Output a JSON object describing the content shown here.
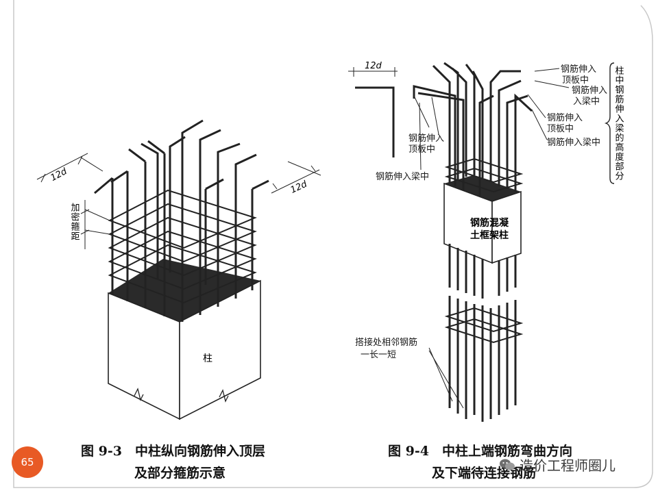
{
  "fig3": {
    "caption_line1": "图 9-3　中柱纵向钢筋伸入顶层",
    "caption_line2": "及部分箍筋示意",
    "dim_left": "12d",
    "dim_right": "12d",
    "stirrup_label": "加密箍距",
    "column_label": "柱"
  },
  "fig4": {
    "caption_line1": "图 9-4　中柱上端钢筋弯曲方向",
    "caption_line2": "及下端待连接钢筋",
    "dim_top": "12d",
    "label_slab_1": "钢筋伸入",
    "label_slab_1b": "顶板中",
    "label_beam_1": "钢筋伸入",
    "label_beam_1b": "入梁中",
    "label_slab_2": "钢筋伸入",
    "label_slab_2b": "顶板中",
    "label_beam_2": "钢筋伸入梁中",
    "label_left_slab": "钢筋伸入",
    "label_left_slab_b": "顶板中",
    "label_left_beam": "钢筋伸入梁中",
    "column_label_1": "钢筋混凝",
    "column_label_2": "土框架柱",
    "splice_label_1": "搭接处相邻钢筋",
    "splice_label_2": "一长一短",
    "brace_label": "柱中钢筋伸入梁的高度部分"
  },
  "page_number": "65",
  "watermark": "造价工程师圈儿"
}
